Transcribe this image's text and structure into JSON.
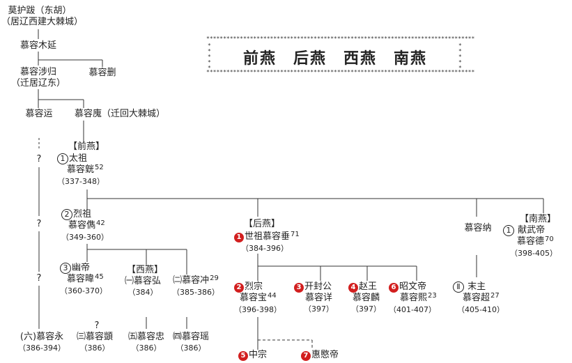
{
  "title": {
    "text": "前燕　后燕　西燕　南燕"
  },
  "labels": {
    "qianyan": "【前燕】",
    "houyan": "【后燕】",
    "xiyan": "【西燕】",
    "nanyan": "【南燕】",
    "unknown": "?"
  },
  "people": {
    "mohuba": {
      "name": "莫护跋（东胡）",
      "note": "（居辽西建大棘城）"
    },
    "muyan": {
      "name": "慕容木延"
    },
    "shegui": {
      "name": "慕容涉归",
      "note": "（迁居辽东）"
    },
    "shan": {
      "name": "慕容删"
    },
    "yun": {
      "name": "慕容运"
    },
    "hui": {
      "name": "慕容廆（迁回大棘城）"
    },
    "huang": {
      "num": "1",
      "title": "太祖",
      "name": "慕容皝",
      "age": "52",
      "years": "（337-348）"
    },
    "jun": {
      "num": "2",
      "title": "烈祖",
      "name": "慕容儁",
      "age": "42",
      "years": "（349-360）"
    },
    "wei": {
      "num": "3",
      "title": "幽帝",
      "name": "慕容暐",
      "age": "45",
      "years": "（360-370）"
    },
    "hong": {
      "prefix": "㈠",
      "name": "慕容弘",
      "years": "（384）"
    },
    "chong": {
      "prefix": "㈡",
      "name": "慕容冲",
      "age": "29",
      "years": "（385-386）"
    },
    "chui": {
      "num": "1",
      "title": "世祖慕容垂",
      "age": "71",
      "years": "（384-396）"
    },
    "bao": {
      "num": "2",
      "title": "烈宗",
      "name": "慕容宝",
      "age": "44",
      "years": "（396-398）"
    },
    "xiang": {
      "num": "3",
      "title": "开封公",
      "name": "慕容详",
      "years": "（397）"
    },
    "lin": {
      "num": "4",
      "title": "赵王",
      "name": "慕容麟",
      "years": "（397）"
    },
    "xi": {
      "num": "6",
      "title": "昭文帝",
      "name": "慕容熙",
      "age": "23",
      "years": "（401-407）"
    },
    "na": {
      "name": "慕容纳"
    },
    "de": {
      "num": "1",
      "title": "献武帝",
      "name": "慕容德",
      "age": "70",
      "years": "（398-405）"
    },
    "chao": {
      "num": "Ⅱ",
      "title": "末主",
      "name": "慕容超",
      "age": "27",
      "years": "（405-410）"
    },
    "yong": {
      "prefix": "(六)",
      "name": "慕容永",
      "years": "（386-394）"
    },
    "yi": {
      "prefix": "㈢",
      "name": "慕容顗",
      "years": "（386）"
    },
    "zhong": {
      "prefix": "㈤",
      "name": "慕容忠",
      "years": "（386）"
    },
    "yao": {
      "prefix": "㈣",
      "name": "慕容瑶",
      "years": "（386）"
    },
    "zhongzong": {
      "num": "5",
      "title": "中宗"
    },
    "huimin": {
      "num": "7",
      "title": "惠愍帝"
    }
  }
}
